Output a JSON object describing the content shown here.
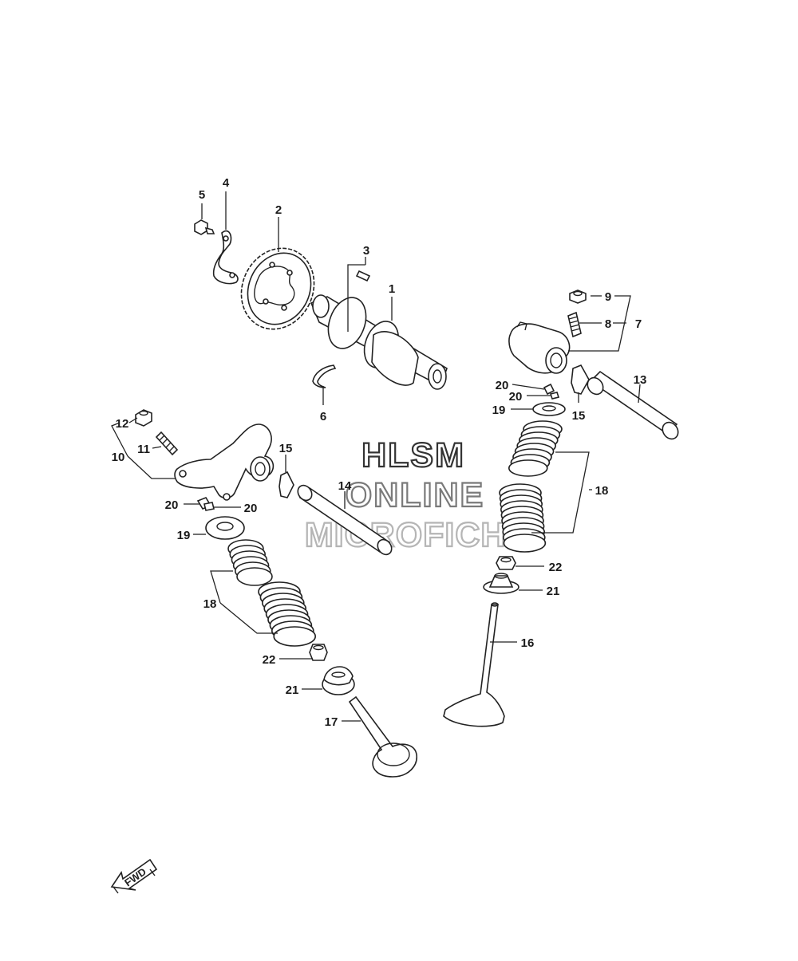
{
  "watermark": {
    "line1": "HLSM",
    "line2": "ONLINE",
    "line3": "MICROFICHE"
  },
  "fwd_label": "FWD",
  "callouts": {
    "c1": "1",
    "c2": "2",
    "c3": "3",
    "c4": "4",
    "c5": "5",
    "c6": "6",
    "c7": "7",
    "c8": "8",
    "c9": "9",
    "c10": "10",
    "c11": "11",
    "c12": "12",
    "c13": "13",
    "c14": "14",
    "c15a": "15",
    "c15b": "15",
    "c16": "16",
    "c17": "17",
    "c18a": "18",
    "c18b": "18",
    "c19a": "19",
    "c19b": "19",
    "c20a": "20",
    "c20b": "20",
    "c20c": "20",
    "c20d": "20",
    "c21a": "21",
    "c21b": "21",
    "c22a": "22",
    "c22b": "22"
  },
  "colors": {
    "line": "#222222",
    "background": "#ffffff"
  }
}
